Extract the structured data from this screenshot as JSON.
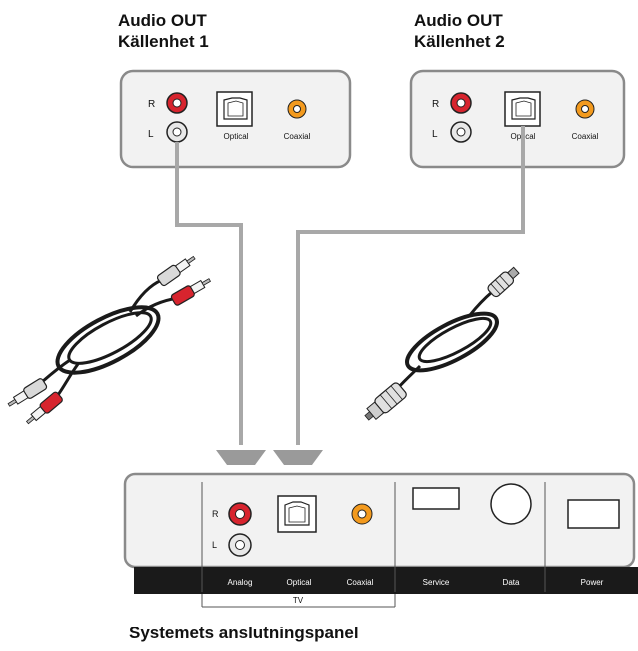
{
  "source1": {
    "title_line1": "Audio OUT",
    "title_line2": "Källenhet 1",
    "label_r": "R",
    "label_l": "L",
    "optical": "Optical",
    "coaxial": "Coaxial"
  },
  "source2": {
    "title_line1": "Audio OUT",
    "title_line2": "Källenhet 2",
    "label_r": "R",
    "label_l": "L",
    "optical": "Optical",
    "coaxial": "Coaxial"
  },
  "panel": {
    "title": "Systemets anslutningspanel",
    "label_r": "R",
    "label_l": "L",
    "bar_labels": {
      "analog": "Analog",
      "optical": "Optical",
      "coaxial": "Coaxial",
      "service": "Service",
      "data": "Data",
      "power": "Power"
    },
    "tv_label": "TV"
  },
  "colors": {
    "red": "#d7242e",
    "orange": "#f39a1e",
    "cable": "#a8a8a8",
    "arrow": "#9a9a9a",
    "box_fill": "#f2f2f2",
    "box_stroke": "#8a8a8a",
    "bar": "#1a1a1a"
  }
}
